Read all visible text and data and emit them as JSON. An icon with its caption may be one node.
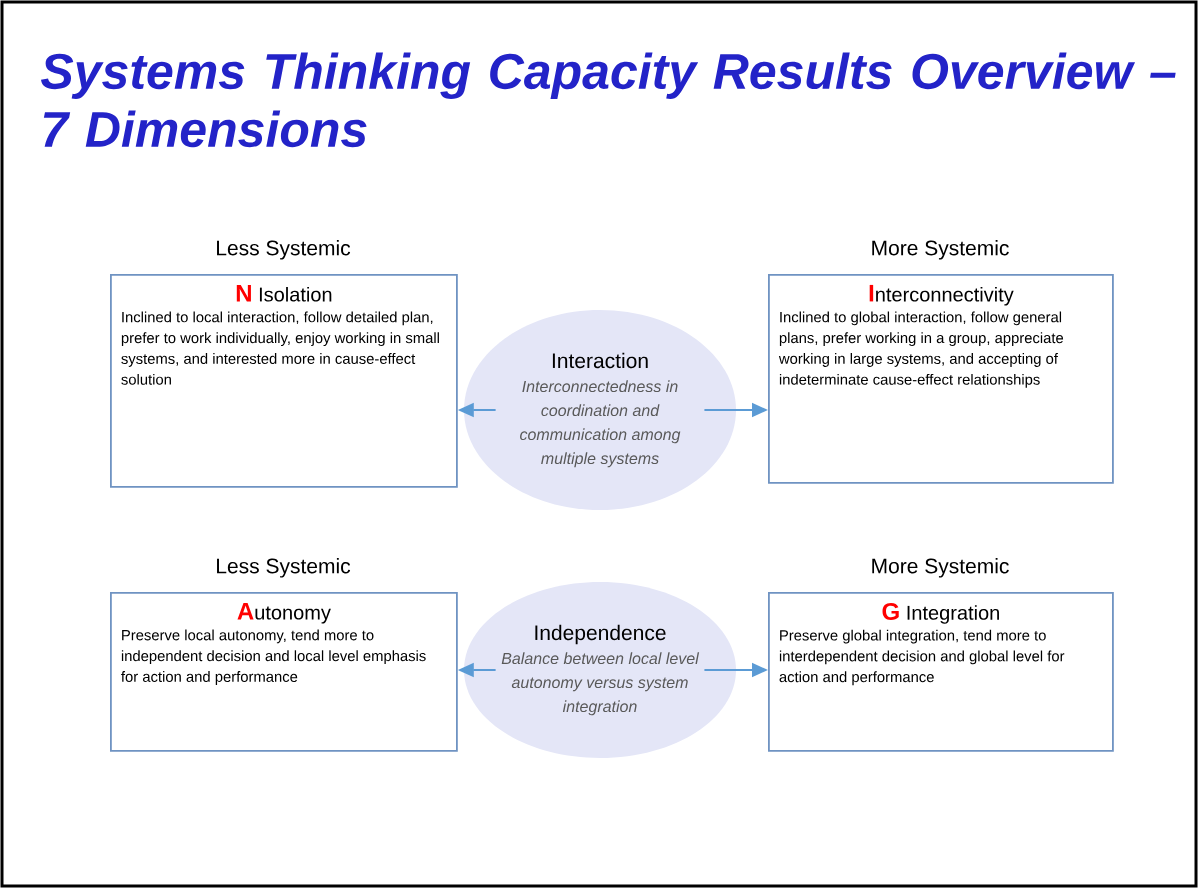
{
  "diagram": {
    "title": "Systems Thinking Capacity Results Overview – 7 Dimensions",
    "nodes": [
      {
        "text": [
          "N",
          "Isolation",
          "Inclined to local interaction, follow detailed plan, prefer to work individually, enjoy working in small systems, and interested more in cause-effect solution"
        ],
        "beside": [
          "Less Systemic"
        ]
      },
      {
        "text": [
          "Interaction",
          "Interconnectedness in coordination and communication among multiple systems"
        ]
      },
      {
        "text": [
          "I",
          "nterconnectivity",
          "Inclined to global interaction, follow general plans, prefer working in a group, appreciate working in large systems, and accepting of indeterminate cause-effect relationships"
        ],
        "beside": [
          "More Systemic"
        ]
      },
      {
        "text": [
          "A",
          "utonomy",
          "Preserve local autonomy, tend more to independent decision and local level emphasis for action and performance"
        ],
        "beside": [
          "Less Systemic"
        ]
      },
      {
        "text": [
          "Independence",
          "Balance between local level autonomy versus system integration"
        ]
      },
      {
        "text": [
          "G",
          "Integration",
          "Preserve global integration, tend more to interdependent decision and global level for action and performance"
        ],
        "beside": [
          "More Systemic"
        ]
      }
    ],
    "edges": [
      {
        "from": 1,
        "to": 0,
        "arrow": "to"
      },
      {
        "from": 1,
        "to": 2,
        "arrow": "to"
      },
      {
        "from": 4,
        "to": 3,
        "arrow": "to"
      },
      {
        "from": 4,
        "to": 5,
        "arrow": "to"
      }
    ]
  }
}
